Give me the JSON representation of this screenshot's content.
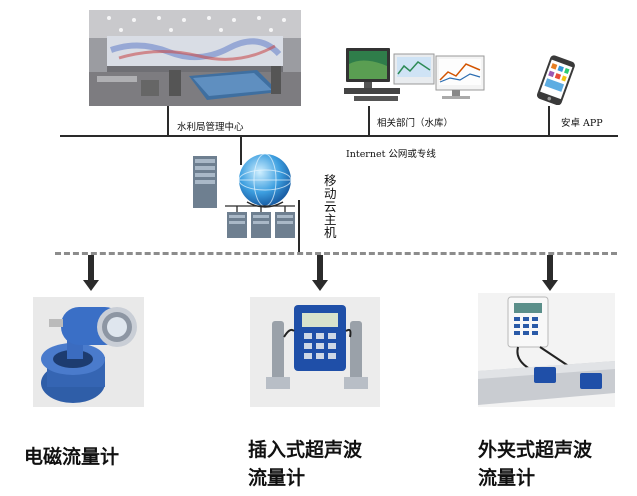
{
  "top_nodes": {
    "control_center": "水利局管理中心",
    "departments": "相关部门（水库）",
    "app": "安卓 APP"
  },
  "network_label": "Internet 公网或专线",
  "cloud_host_label": "移动云主机",
  "meters": [
    {
      "name_line1": "电磁流量计",
      "name_line2": ""
    },
    {
      "name_line1": "插入式超声波",
      "name_line2": "流量计"
    },
    {
      "name_line1": "外夹式超声波",
      "name_line2": "流量计"
    }
  ]
}
